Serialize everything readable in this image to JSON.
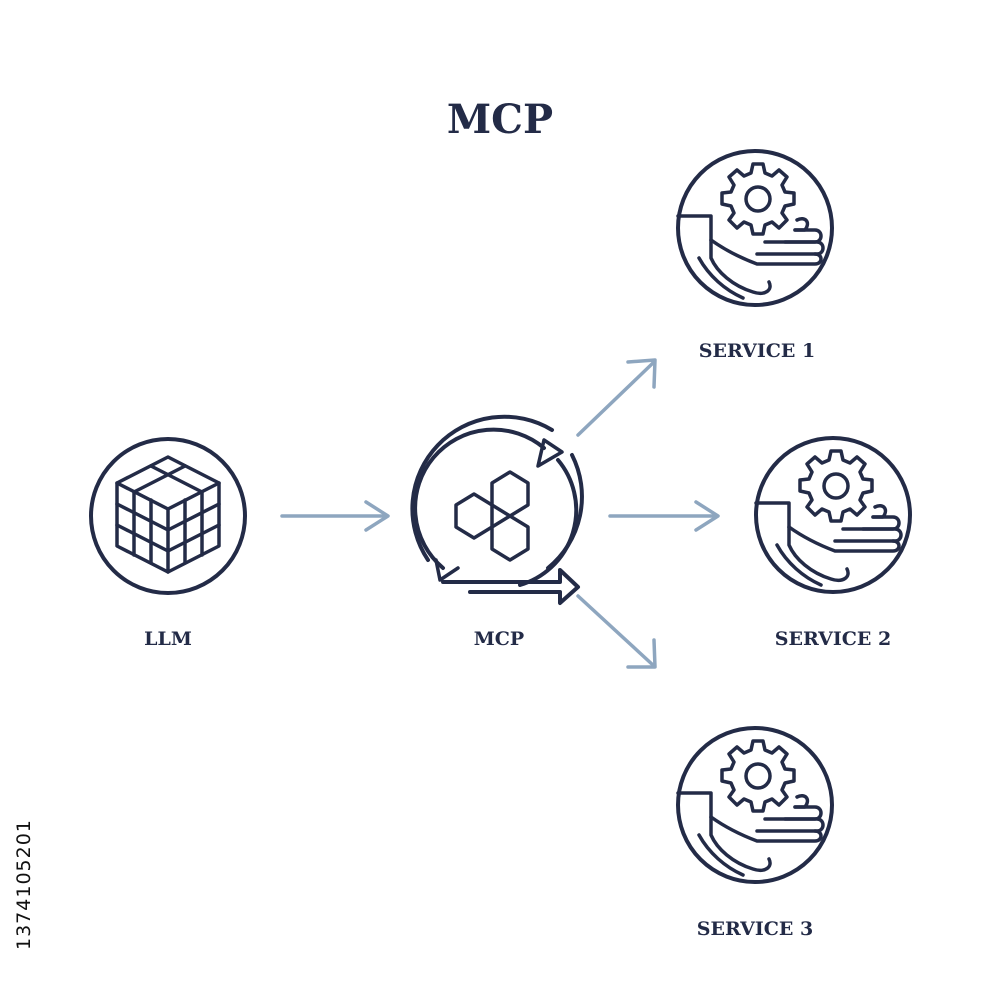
{
  "title": "MCP",
  "nodes": {
    "llm": {
      "label": "LLM",
      "icon": "cube-icon"
    },
    "mcp": {
      "label": "MCP",
      "icon": "hexagon-cycle-icon"
    },
    "service1": {
      "label": "SERVICE 1",
      "icon": "gear-hand-icon"
    },
    "service2": {
      "label": "SERVICE 2",
      "icon": "gear-hand-icon"
    },
    "service3": {
      "label": "SERVICE 3",
      "icon": "gear-hand-icon"
    }
  },
  "edges": [
    {
      "from": "LLM",
      "to": "MCP"
    },
    {
      "from": "MCP",
      "to": "SERVICE 1"
    },
    {
      "from": "MCP",
      "to": "SERVICE 2"
    },
    {
      "from": "MCP",
      "to": "SERVICE 3"
    }
  ],
  "side_id": "1374105201",
  "colors": {
    "ink": "#232b47",
    "arrow": "#8ea6bf",
    "background": "#ffffff"
  }
}
